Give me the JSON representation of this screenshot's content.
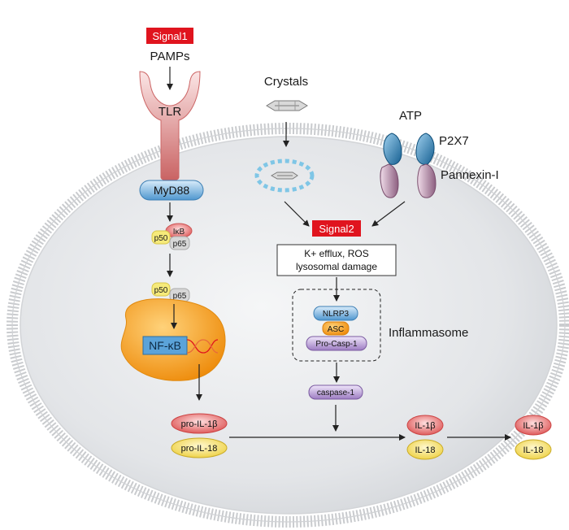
{
  "signal1": {
    "badge": "Signal1",
    "ligand": "PAMPs",
    "receptor": "TLR",
    "adaptor": "MyD88"
  },
  "ikb_complex": {
    "ikb": "IκB",
    "p50": "p50",
    "p65": "p65"
  },
  "free_dimer": {
    "p50": "p50",
    "p65": "p65"
  },
  "nfkb": {
    "label": "NF-κB"
  },
  "pro_cytokines": {
    "il1b": "pro-IL-1β",
    "il18": "pro-IL-18"
  },
  "crystals": {
    "label": "Crystals"
  },
  "atp": {
    "label": "ATP",
    "p2x7": "P2X7",
    "pannexin": "Pannexin-I"
  },
  "signal2": {
    "badge": "Signal2",
    "box_line1": "K+ efflux, ROS",
    "box_line2": "lysosomal damage"
  },
  "inflammasome": {
    "label": "Inflammasome",
    "nlrp3": "NLRP3",
    "asc": "ASC",
    "procasp": "Pro-Casp-1"
  },
  "caspase": {
    "label": "caspase-1"
  },
  "mature_inside": {
    "il1b": "IL-1β",
    "il18": "IL-18"
  },
  "mature_outside": {
    "il1b": "IL-1β",
    "il18": "IL-18"
  },
  "colors": {
    "signal_badge": "#e0141e",
    "receptor_pink": "#d98a8a",
    "myd88_blue": "#5ba3d9",
    "nfkb_orange": "#f29a16",
    "crystal_vesicle": "#7fc6e6",
    "p2x7_blue": "#1c6fa6",
    "pannexin_purple": "#9c6f8f",
    "il1b_red": "#e05050",
    "il18_yellow": "#f1d54a",
    "caspase_purple": "#a98ac9",
    "cell_fill": "#e4e6e9"
  }
}
